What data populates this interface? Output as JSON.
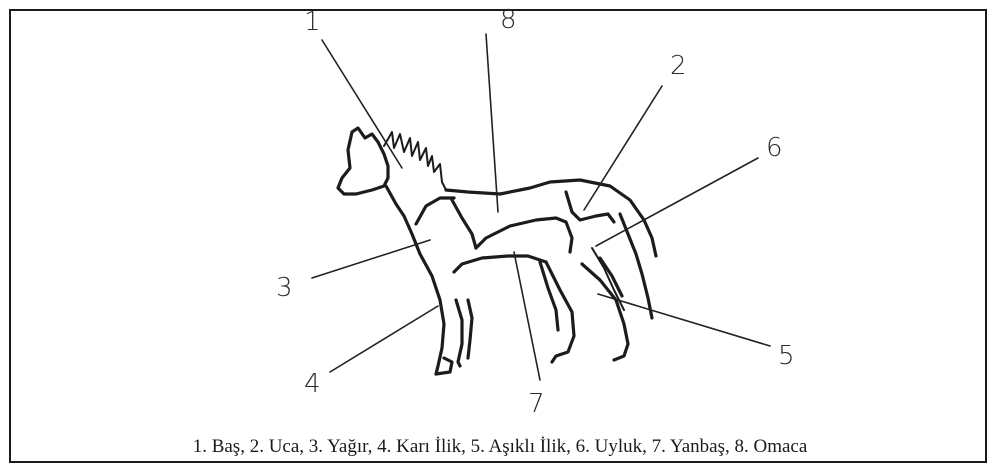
{
  "labels": [
    {
      "id": "1",
      "name": "Baş"
    },
    {
      "id": "2",
      "name": "Uca"
    },
    {
      "id": "3",
      "name": "Yağır"
    },
    {
      "id": "4",
      "name": "Karı İlik"
    },
    {
      "id": "5",
      "name": "Aşıklı İlik"
    },
    {
      "id": "6",
      "name": "Uyluk"
    },
    {
      "id": "7",
      "name": "Yanbaş"
    },
    {
      "id": "8",
      "name": "Omaca"
    }
  ],
  "caption": "1. Baş, 2. Uca, 3. Yağır, 4. Karı İlik, 5. Aşıklı İlik, 6. Uyluk, 7. Yanbaş, 8. Omaca"
}
